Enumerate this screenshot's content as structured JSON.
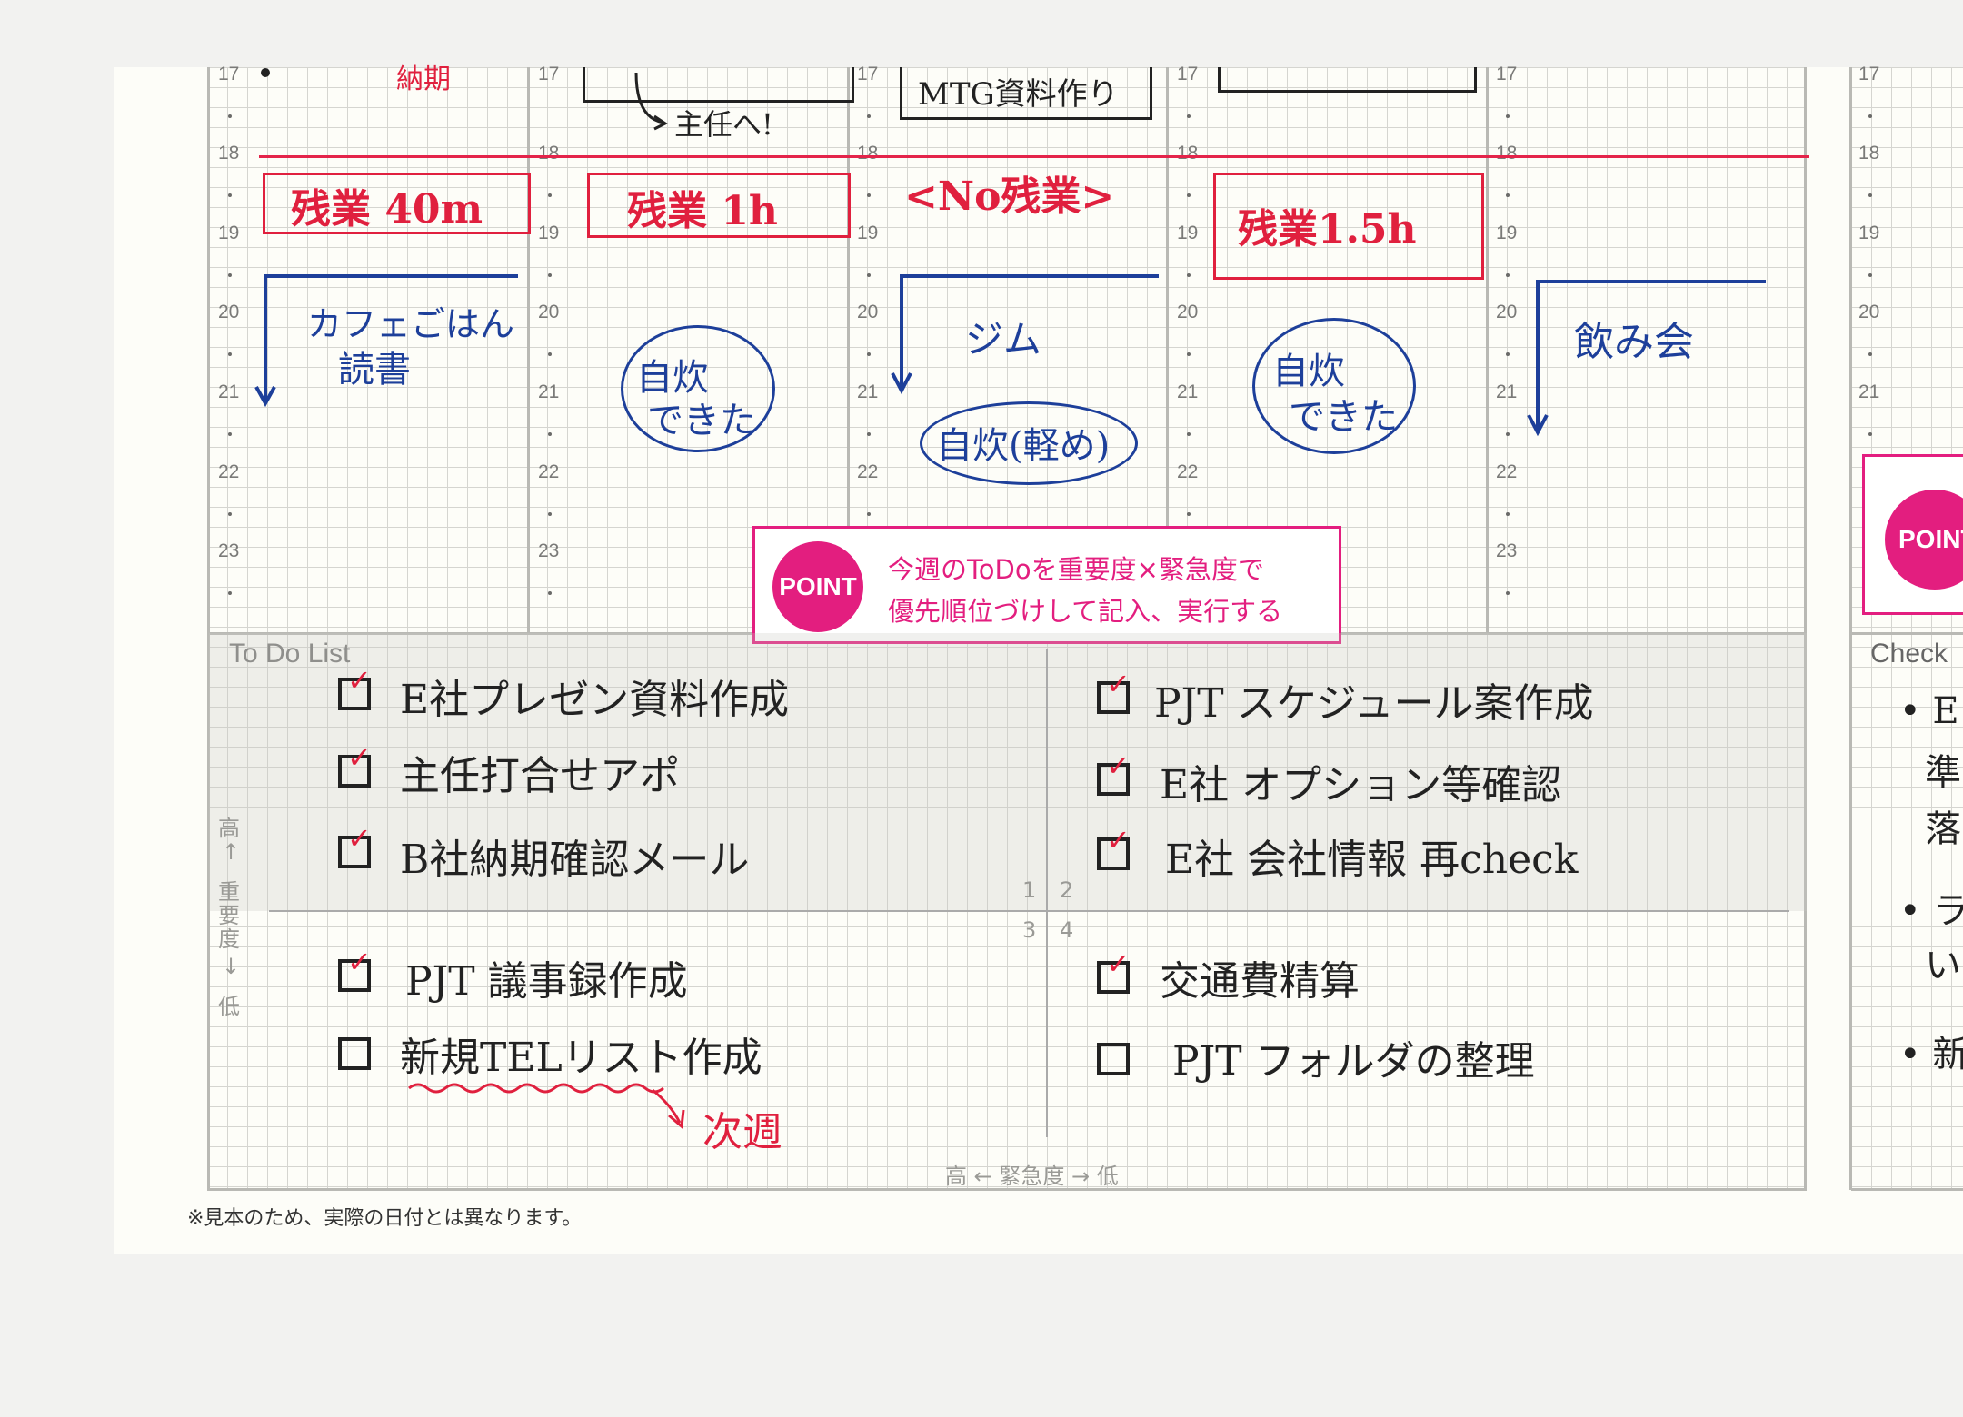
{
  "schedule": {
    "hours": [
      "17",
      "18",
      "19",
      "20",
      "21",
      "22",
      "23"
    ],
    "columns": [
      {
        "top_note": "納期",
        "overtime": "残業 40m",
        "evening": [
          "カフェごはん",
          "読書"
        ]
      },
      {
        "top_note": "主任へ!",
        "overtime": "残業 1h",
        "evening": [
          "自炊",
          "できた"
        ]
      },
      {
        "top_note": "MTG資料作り",
        "overtime": "<No残業>",
        "evening": [
          "ジム",
          "自炊(軽め)"
        ]
      },
      {
        "top_note": "",
        "overtime": "残業1.5h",
        "evening": [
          "自炊",
          "できた"
        ]
      },
      {
        "top_note": "",
        "overtime": "",
        "evening": [
          "飲み会"
        ]
      }
    ]
  },
  "point": {
    "badge": "POINT",
    "line1": "今週のToDoを重要度×緊急度で",
    "line2": "優先順位づけして記入、実行する"
  },
  "todo": {
    "title": "To Do List",
    "quadrant_numbers": [
      "1",
      "2",
      "3",
      "4"
    ],
    "y_axis_label": [
      "高",
      "↑",
      "重",
      "要",
      "度",
      "↓",
      "低"
    ],
    "x_axis_label": "高 ← 緊急度 → 低",
    "items": [
      {
        "text": "E社プレゼン資料作成",
        "checked": true
      },
      {
        "text": "主任打合せアポ",
        "checked": true
      },
      {
        "text": "B社納期確認メール",
        "checked": true
      },
      {
        "text": "PJT スケジュール案作成",
        "checked": true
      },
      {
        "text": "E社 オプション等確認",
        "checked": true
      },
      {
        "text": "E社 会社情報 再check",
        "checked": true
      },
      {
        "text": "PJT 議事録作成",
        "checked": true
      },
      {
        "text": "新規TELリスト作成",
        "checked": false
      },
      {
        "text": "交通費精算",
        "checked": true
      },
      {
        "text": "PJT フォルダの整理",
        "checked": false
      }
    ],
    "carry_over": "次週"
  },
  "right_panel": {
    "point_badge": "POINT",
    "check_title": "Check",
    "bullets": [
      "E",
      "準",
      "落",
      "ラ",
      "い",
      "新"
    ]
  },
  "footnote": "※見本のため、実際の日付とは異なります。",
  "colors": {
    "red_ink": "#e0203e",
    "blue_ink": "#1d3f9a",
    "magenta": "#e31e7f"
  }
}
